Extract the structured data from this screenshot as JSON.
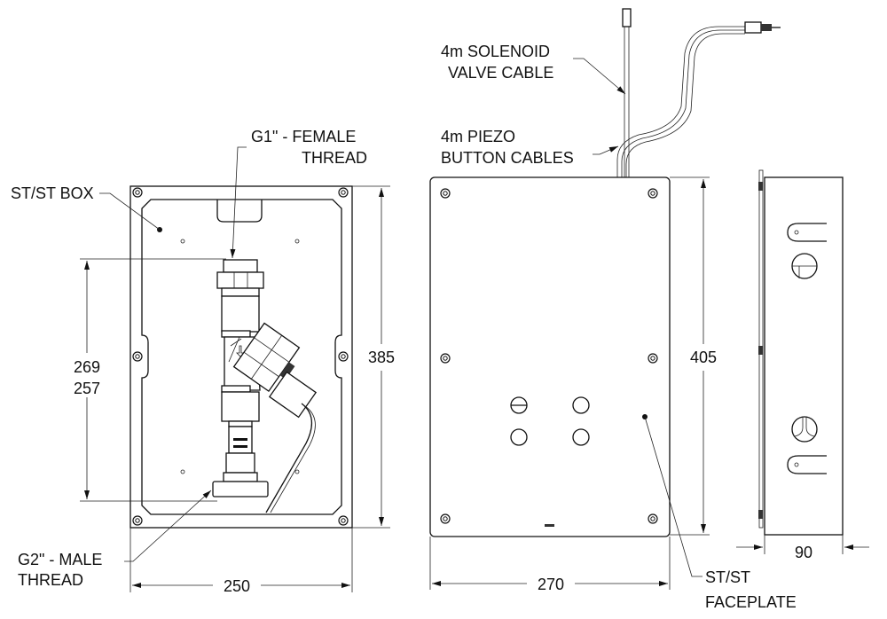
{
  "labels": {
    "st_box": "ST/ST BOX",
    "g1_line1": "G1\" - FEMALE",
    "g1_line2": "THREAD",
    "g2_line1": "G2\" - MALE",
    "g2_line2": "THREAD",
    "solenoid_line1": "4m SOLENOID",
    "solenoid_line2": "VALVE CABLE",
    "piezo_line1": "4m PIEZO",
    "piezo_line2": "BUTTON CABLES",
    "faceplate_line1": "ST/ST",
    "faceplate_line2": "FACEPLATE"
  },
  "dimensions": {
    "box_height": "385",
    "valve_height_a": "269",
    "valve_height_b": "257",
    "box_width": "250",
    "faceplate_height": "405",
    "faceplate_width": "270",
    "depth": "90"
  }
}
